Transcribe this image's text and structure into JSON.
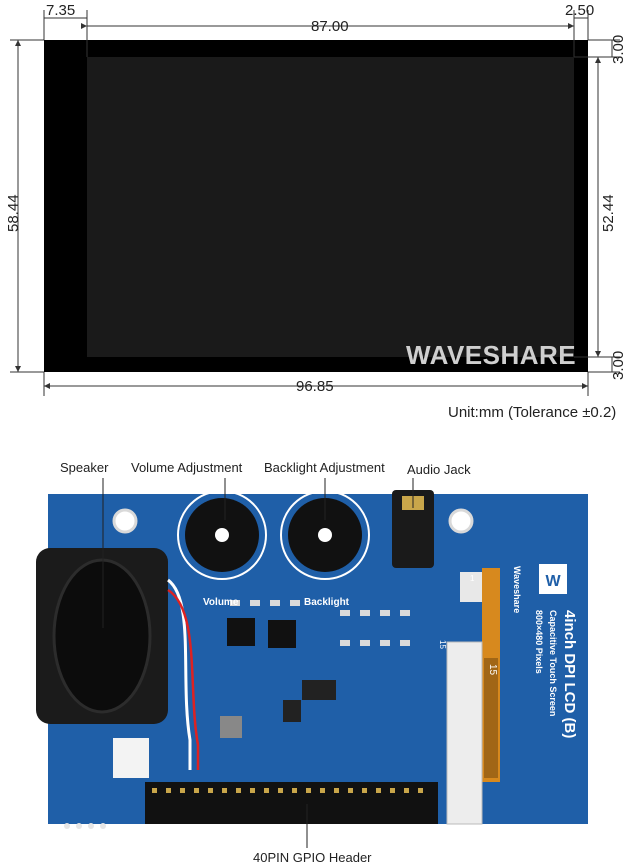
{
  "dimensions": {
    "top_left": "7.35",
    "top_middle": "87.00",
    "top_right": "2.50",
    "right_top": "3.00",
    "right_middle": "52.44",
    "right_bottom": "3.00",
    "left_height": "58.44",
    "bottom_width": "96.85",
    "unit_note": "Unit:mm (Tolerance ±0.2)"
  },
  "watermark": "WAVESHARE",
  "callouts": {
    "speaker": "Speaker",
    "volume": "Volume Adjustment",
    "backlight": "Backlight Adjustment",
    "audio_jack": "Audio Jack",
    "gpio": "40PIN GPIO Header"
  },
  "board": {
    "volume_label": "Volume",
    "backlight_label": "Backlight",
    "brand": "Waveshare",
    "title": "4inch DPI LCD (B)",
    "subtitle": "Capacitive Touch Screen",
    "resolution": "800×480 Pixels",
    "pin_1": "1",
    "pin_15": "15",
    "pin_15b": "15"
  },
  "colors": {
    "pcb": "#1f5fa8",
    "screen": "#141414",
    "bezel": "#000000"
  }
}
